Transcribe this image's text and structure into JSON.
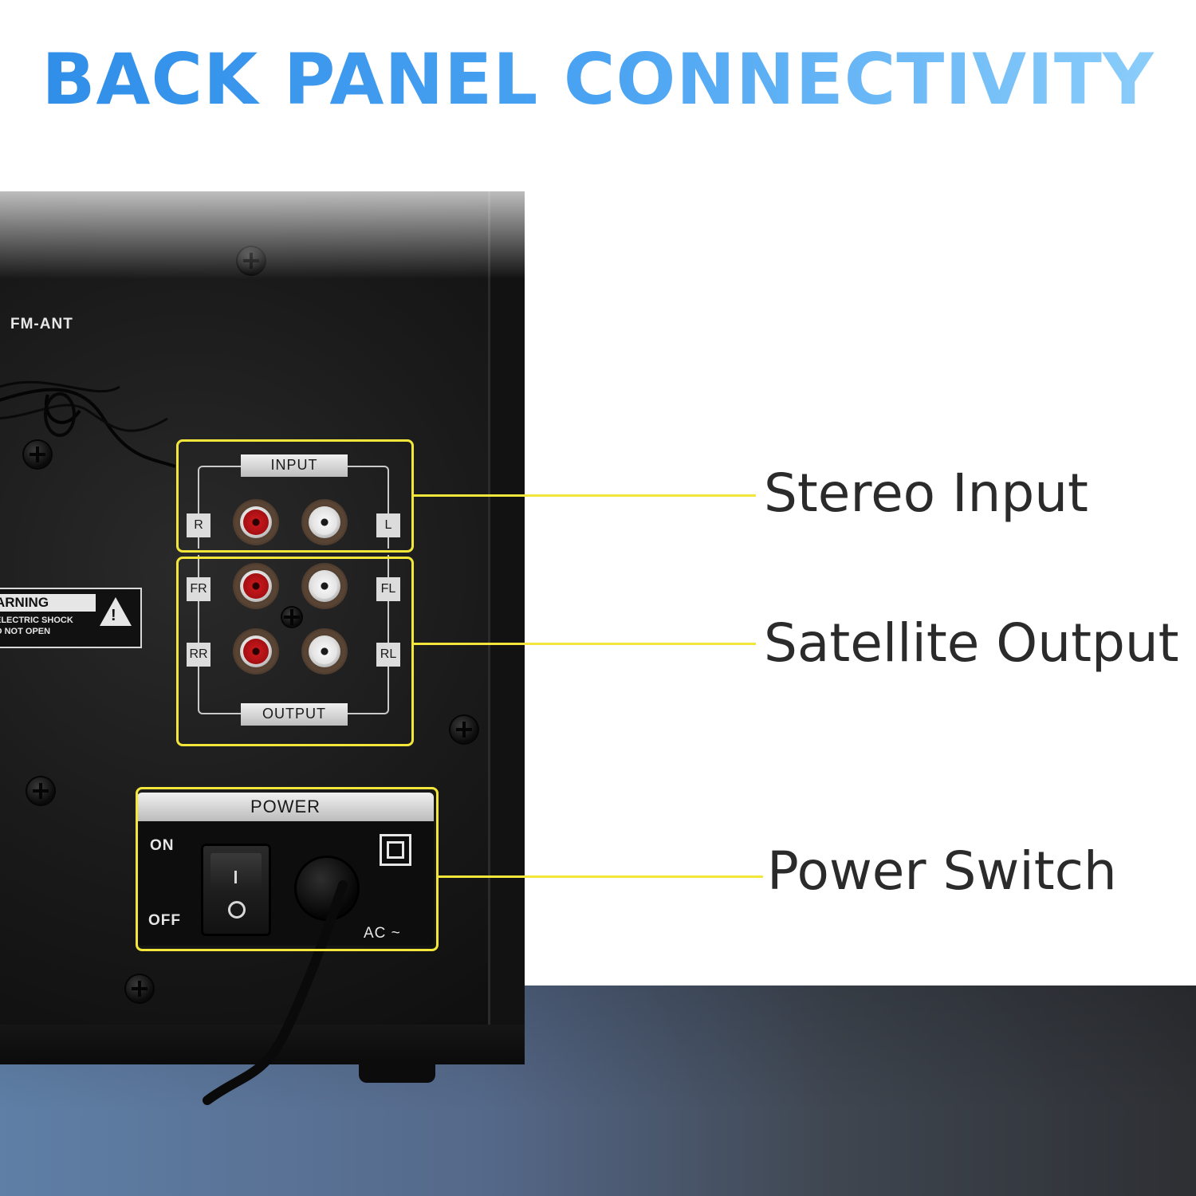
{
  "headline": "BACK PANEL CONNECTIVITY",
  "panel": {
    "fm_ant": "FM-ANT",
    "warning": {
      "title": "ARNING",
      "line1": "ELECTRIC SHOCK",
      "line2": "O NOT OPEN",
      "symbol": "!"
    },
    "input": {
      "label": "INPUT",
      "left_tag": "R",
      "right_tag": "L"
    },
    "output": {
      "label": "OUTPUT",
      "row1_left": "FR",
      "row1_right": "FL",
      "row2_left": "RR",
      "row2_right": "RL"
    },
    "power": {
      "label": "POWER",
      "on": "ON",
      "off": "OFF",
      "ac": "AC ~"
    }
  },
  "callouts": {
    "stereo_input": "Stereo Input",
    "satellite_output": "Satellite Output",
    "power_switch": "Power Switch"
  },
  "colors": {
    "headline_gradient": [
      "#2e8de8",
      "#8fd0fb"
    ],
    "callout": "#f2e63a",
    "label_text": "#2b2b2b",
    "rca_red": "#c4161b"
  }
}
